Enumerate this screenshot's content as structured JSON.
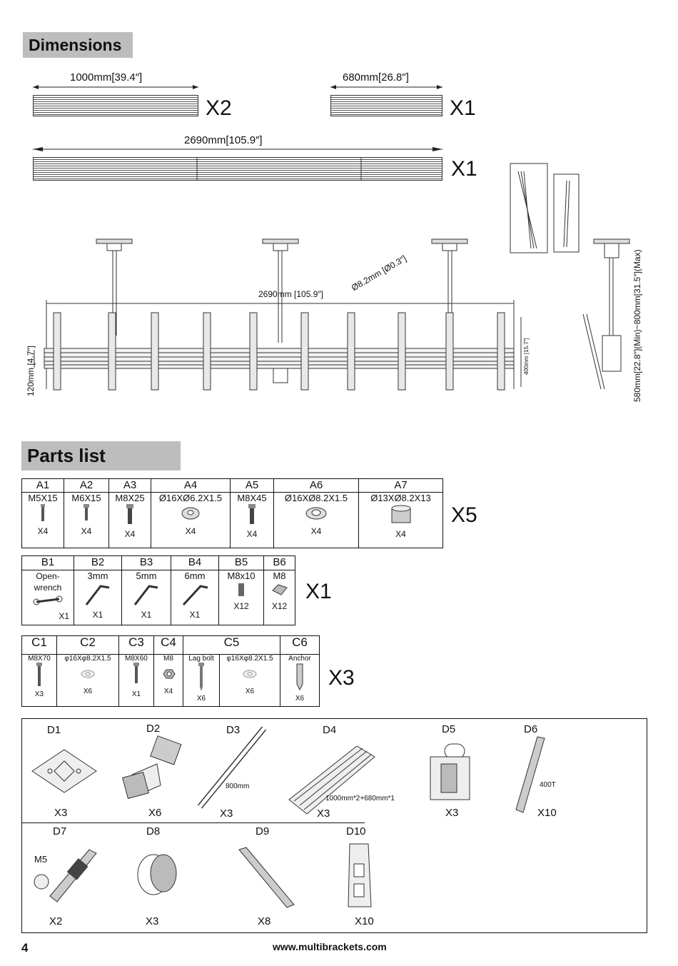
{
  "dimensions": {
    "heading": "Dimensions",
    "rail_1000": "1000mm[39.4″]",
    "rail_1000_qty": "X2",
    "rail_680": "680mm[26.8″]",
    "rail_680_qty": "X1",
    "rail_2690": "2690mm[105.9″]",
    "rail_2690_qty": "X1",
    "front_width": "2690mm [105.9″]",
    "pole_dia": "Ø8.2mm [Ø0.3″]",
    "left_height": "120mm [4.7″]",
    "right_height": "400mm [15.7″]",
    "side_height": "580mm[22.8″](Min)~800mm[31.5″](Max)"
  },
  "parts": {
    "heading": "Parts list",
    "group_a": {
      "qty": "X5",
      "codes": [
        "A1",
        "A2",
        "A3",
        "A4",
        "A5",
        "A6",
        "A7"
      ],
      "specs": [
        "M5X15",
        "M6X15",
        "M8X25",
        "Ø16XØ6.2X1.5",
        "M8X45",
        "Ø16XØ8.2X1.5",
        "Ø13XØ8.2X13"
      ],
      "counts": [
        "X4",
        "X4",
        "X4",
        "X4",
        "X4",
        "X4",
        "X4"
      ]
    },
    "group_b": {
      "qty": "X1",
      "codes": [
        "B1",
        "B2",
        "B3",
        "B4",
        "B5",
        "B6"
      ],
      "specs": [
        "Open-wrench",
        "3mm",
        "5mm",
        "6mm",
        "M8x10",
        "M8"
      ],
      "counts": [
        "X1",
        "X1",
        "X1",
        "X1",
        "X12",
        "X12"
      ]
    },
    "group_c": {
      "qty": "X3",
      "codes": [
        "C1",
        "C2",
        "C3",
        "C4",
        "C5",
        "C6"
      ],
      "specs": [
        "M8X70",
        "φ16Xφ8.2X1.5",
        "M8X60",
        "M8",
        "Lag bolt",
        "φ16Xφ8.2X1.5",
        "Anchor"
      ],
      "counts": [
        "X3",
        "X6",
        "X1",
        "X4",
        "X6",
        "X6",
        "X6"
      ]
    },
    "group_d": {
      "codes": [
        "D1",
        "D2",
        "D3",
        "D4",
        "D5",
        "D6",
        "D7",
        "D8",
        "D9",
        "D10"
      ],
      "counts": [
        "X3",
        "X6",
        "X3",
        "X3",
        "X3",
        "X10",
        "X2",
        "X3",
        "X8",
        "X10"
      ],
      "d3_note": "800mm",
      "d4_note": "1000mm*2+680mm*1",
      "d6_note": "400T",
      "d7_note": "M5"
    }
  },
  "footer": {
    "page_number": "4",
    "url": "www.multibrackets.com"
  }
}
